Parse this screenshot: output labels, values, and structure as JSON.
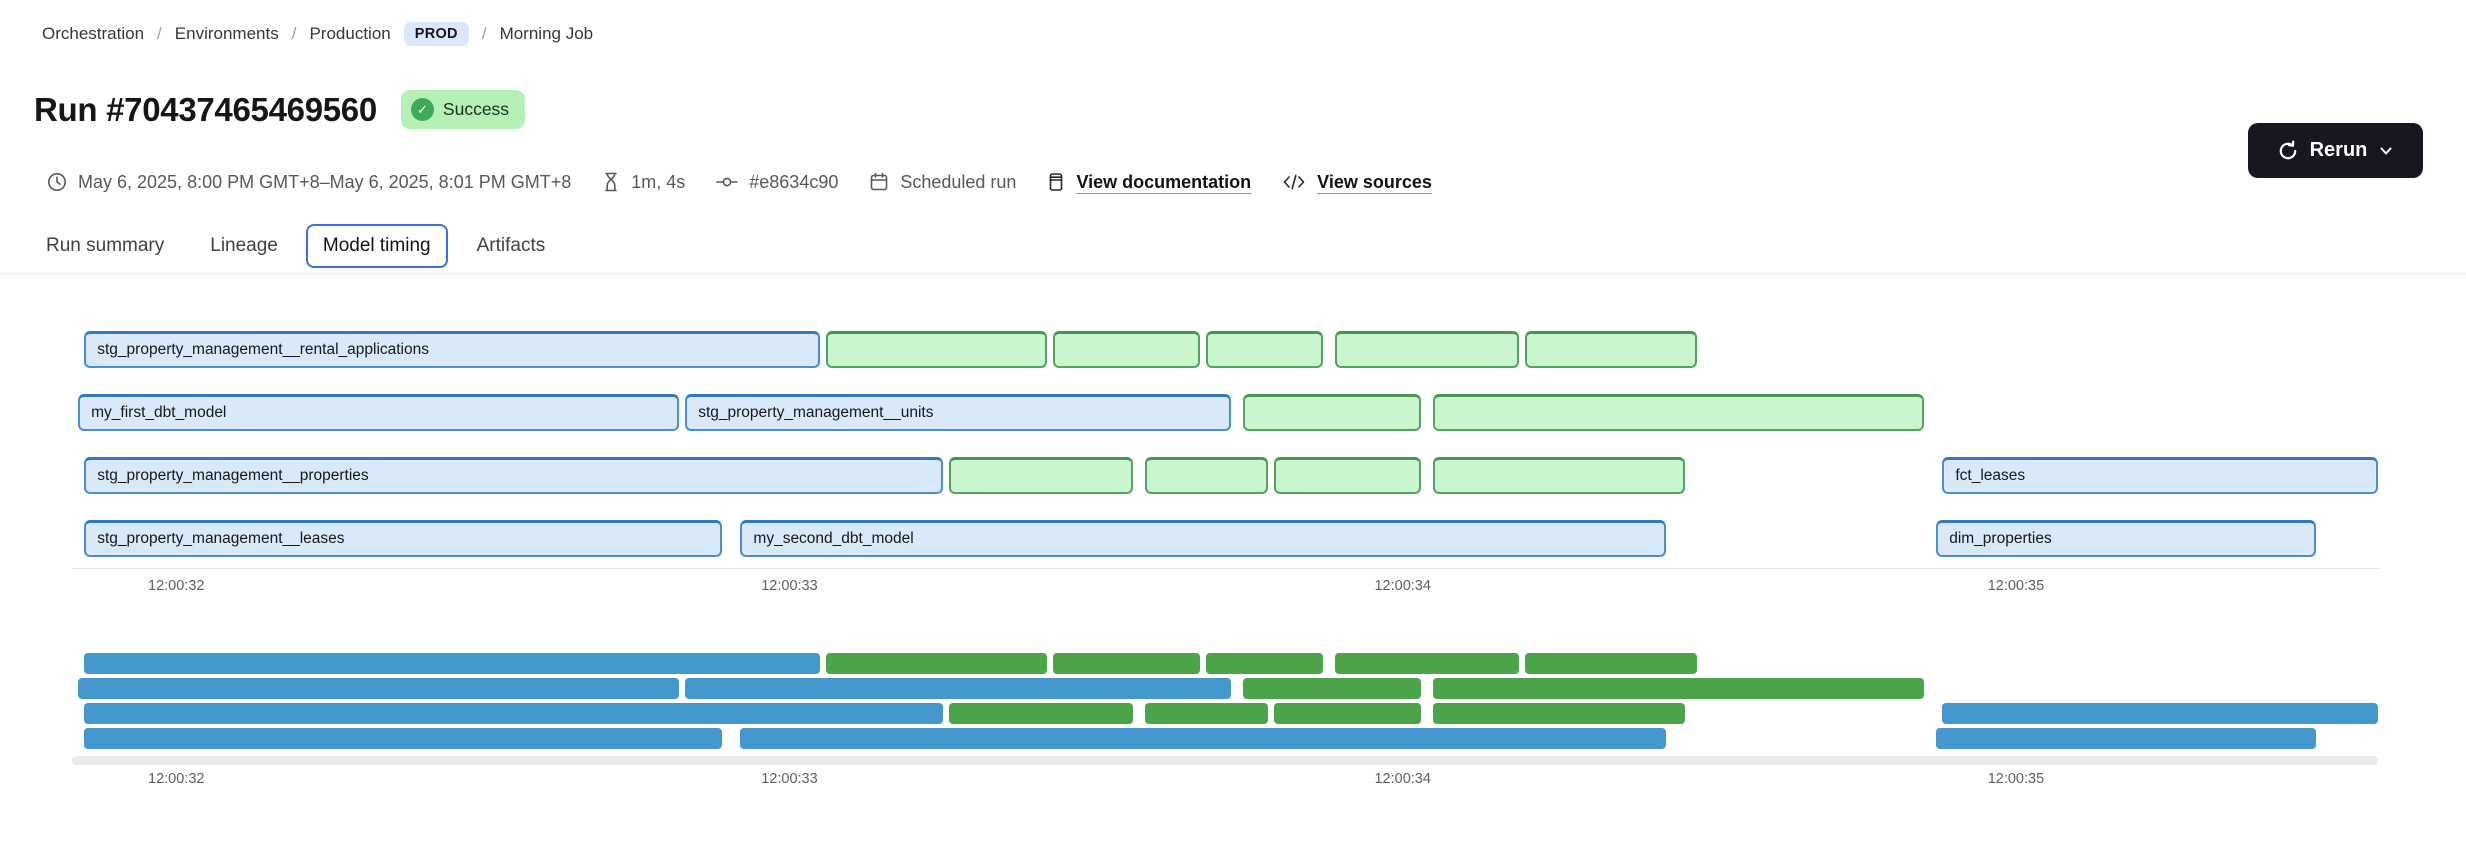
{
  "breadcrumb": {
    "separator": "/",
    "items": [
      "Orchestration",
      "Environments",
      "Production",
      "Morning Job"
    ],
    "env_badge": "PROD"
  },
  "header": {
    "title": "Run #70437465469560",
    "status": "Success",
    "rerun_label": "Rerun"
  },
  "icons": {
    "status_check": "✓"
  },
  "meta": {
    "time_range": "May 6, 2025, 8:00 PM GMT+8–May 6, 2025, 8:01 PM GMT+8",
    "duration": "1m, 4s",
    "commit": "#e8634c90",
    "trigger": "Scheduled run",
    "doc_link": "View documentation",
    "sources_link": "View sources"
  },
  "tabs": {
    "items": [
      "Run summary",
      "Lineage",
      "Model timing",
      "Artifacts"
    ],
    "selected": "Model timing"
  },
  "chart_data": {
    "type": "gantt",
    "title": "Model timing",
    "axis": {
      "min": 31.83,
      "max": 35.61,
      "ticks": [
        {
          "t": 32,
          "label": "12:00:32"
        },
        {
          "t": 33,
          "label": "12:00:33"
        },
        {
          "t": 34,
          "label": "12:00:34"
        },
        {
          "t": 35,
          "label": "12:00:35"
        }
      ]
    },
    "colors": {
      "model_fill": "#d9e9fa",
      "model_border": "#4a90d0",
      "unlabeled_fill": "#c9f6ce",
      "unlabeled_border": "#55a25f",
      "minimap_blue": "#4498cd",
      "minimap_green": "#4ba34a"
    },
    "rows": [
      [
        {
          "label": "stg_property_management__rental_applications",
          "color": "blue",
          "start": 31.85,
          "end": 33.05
        },
        {
          "color": "green",
          "start": 33.06,
          "end": 33.42
        },
        {
          "color": "green",
          "start": 33.43,
          "end": 33.67
        },
        {
          "color": "green",
          "start": 33.68,
          "end": 33.87
        },
        {
          "color": "green",
          "start": 33.89,
          "end": 34.19
        },
        {
          "color": "green",
          "start": 34.2,
          "end": 34.48
        }
      ],
      [
        {
          "label": "my_first_dbt_model",
          "color": "blue",
          "start": 31.84,
          "end": 32.82
        },
        {
          "label": "stg_property_management__units",
          "color": "blue",
          "start": 32.83,
          "end": 33.72
        },
        {
          "color": "green",
          "start": 33.74,
          "end": 34.03
        },
        {
          "color": "green",
          "start": 34.05,
          "end": 34.85
        }
      ],
      [
        {
          "label": "stg_property_management__properties",
          "color": "blue",
          "start": 31.85,
          "end": 33.25
        },
        {
          "color": "green",
          "start": 33.26,
          "end": 33.56
        },
        {
          "color": "green",
          "start": 33.58,
          "end": 33.78
        },
        {
          "color": "green",
          "start": 33.79,
          "end": 34.03
        },
        {
          "color": "green",
          "start": 34.05,
          "end": 34.46
        },
        {
          "label": "fct_leases",
          "color": "blue",
          "start": 34.88,
          "end": 35.59
        }
      ],
      [
        {
          "label": "stg_property_management__leases",
          "color": "blue",
          "start": 31.85,
          "end": 32.89
        },
        {
          "label": "my_second_dbt_model",
          "color": "blue",
          "start": 32.92,
          "end": 34.43
        },
        {
          "label": "dim_properties",
          "color": "blue",
          "start": 34.87,
          "end": 35.49
        }
      ]
    ]
  }
}
